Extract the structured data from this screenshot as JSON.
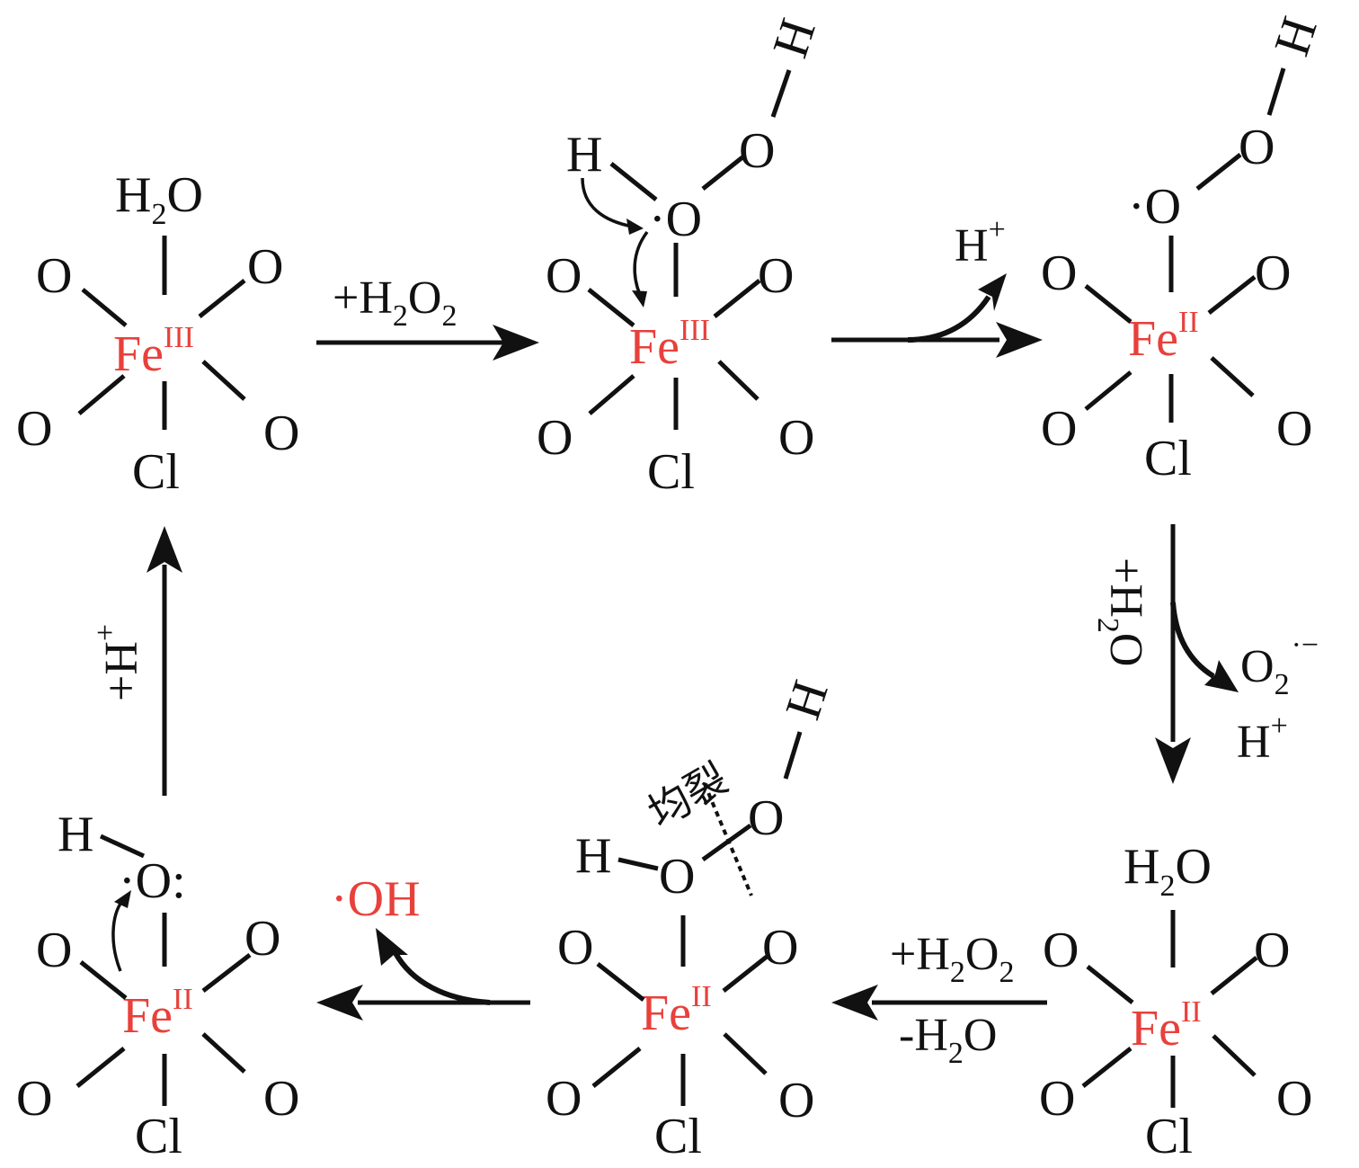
{
  "colors": {
    "metal": "#e8403b",
    "radical": "#e8403b",
    "ink": "#111111"
  },
  "atoms": {
    "O": "O",
    "H": "H",
    "Cl": "Cl",
    "H2O": "H",
    "sub2": "2",
    "Fe": "Fe",
    "oxIII": "III",
    "oxII": "II",
    "dotO": "·O",
    "dotOcolon": "·O:"
  },
  "labels": {
    "plus_h2o2": "+H",
    "o_letter": "O",
    "plus_h": "+H",
    "plus_sign": "+",
    "h_plus": "H",
    "o2_radical": "O",
    "radical_mark": "·−",
    "minus_h2o": "-H",
    "hydroxyl_radical": "·OH",
    "homolysis": "均裂"
  }
}
